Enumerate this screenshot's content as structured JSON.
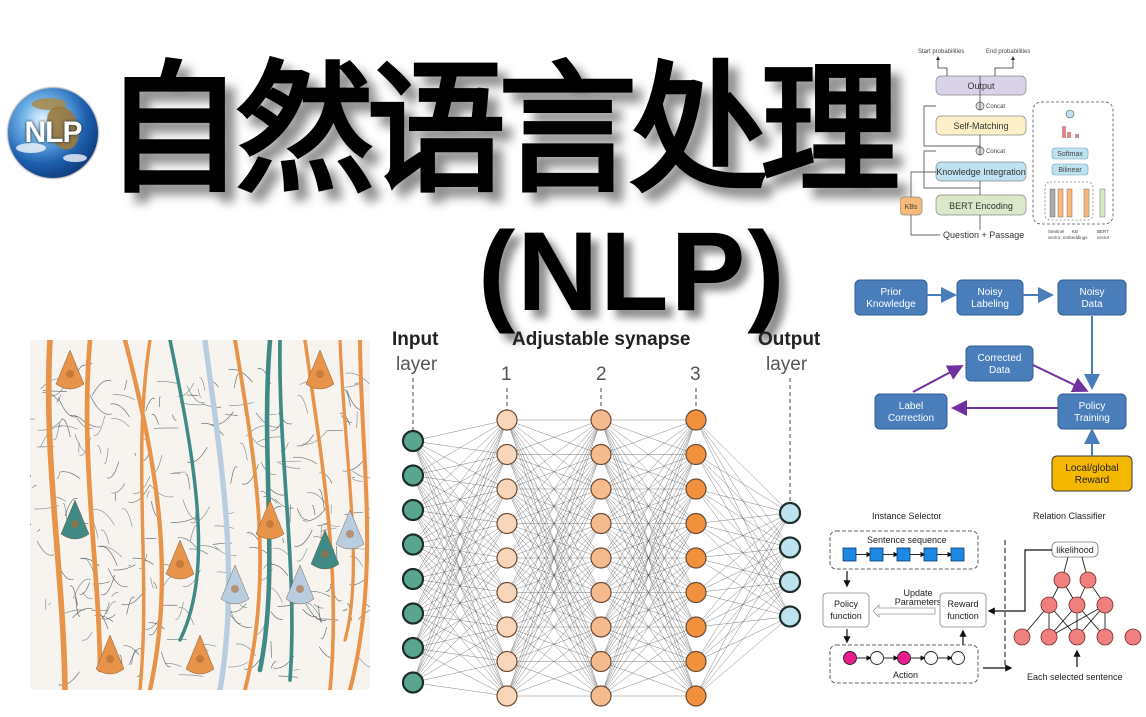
{
  "logo": {
    "text": "NLP",
    "icon": "globe-icon"
  },
  "title": "自然语言处理",
  "subtitle": "(NLP)",
  "neural_net": {
    "input_label": "Input",
    "input_sub": "layer",
    "hidden_label": "Adjustable synapse",
    "hidden_numbers": [
      "1",
      "2",
      "3"
    ],
    "output_label": "Output",
    "output_sub": "layer",
    "layer_sizes": [
      8,
      9,
      9,
      9,
      4
    ],
    "layer_colors": [
      "#5aa58f",
      "#f8d6bc",
      "#f4bb8f",
      "#f0913e",
      "#bfe3ee"
    ]
  },
  "kb_diagram": {
    "start_prob": "Start probabilities",
    "end_prob": "End probabilities",
    "output": "Output",
    "concat1": "Concat",
    "self_matching": "Self-Matching",
    "concat2": "Concat",
    "knowledge_integration": "Knowledge Integration",
    "kbs": "KBs",
    "bert_encoding": "BERT Encoding",
    "question_passage": "Question + Passage",
    "softmax": "Softmax",
    "bilinear": "Bilinear",
    "sentinel": "Sentinel",
    "vector1": "vector",
    "kb": "KB",
    "embeddings": "embeddings",
    "bert": "BERT",
    "vector2": "vector",
    "colors": {
      "output": "#d9d2e9",
      "self": "#fdf0c8",
      "ki": "#bfe2f0",
      "bert": "#dbe8c9",
      "kbs": "#f6b97a"
    }
  },
  "flow_diagram": {
    "prior_knowledge": [
      "Prior",
      "Knowledge"
    ],
    "noisy_labeling": [
      "Noisy",
      "Labeling"
    ],
    "noisy_data": [
      "Noisy",
      "Data"
    ],
    "corrected_data": [
      "Corrected",
      "Data"
    ],
    "label_correction": [
      "Label",
      "Correction"
    ],
    "policy_training": [
      "Policy",
      "Training"
    ],
    "reward": [
      "Local/global",
      "Reward"
    ],
    "colors": {
      "box": "#4a7ebb",
      "reward": "#f5b800",
      "arrow_blue": "#4a7ebb",
      "arrow_purple": "#7030a0"
    }
  },
  "rl_diagram": {
    "instance_selector": "Instance Selector",
    "relation_classifier": "Relation Classifier",
    "sentence_sequence": "Sentence sequence",
    "policy_function": [
      "Policy",
      "function"
    ],
    "update_parameters": [
      "Update",
      "Parameters"
    ],
    "reward_function": [
      "Reward",
      "function"
    ],
    "action": "Action",
    "likelihood": "likelihood",
    "each_selected": "Each selected sentence",
    "colors": {
      "square": "#1e88e5",
      "pink": "#e91e8c",
      "node": "#f08080"
    }
  }
}
